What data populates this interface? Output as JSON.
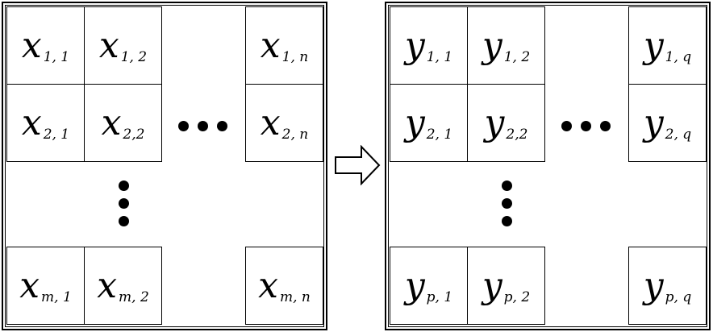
{
  "left_matrix": {
    "cells": [
      {
        "base": "x",
        "sub": "1, 1"
      },
      {
        "base": "x",
        "sub": "1, 2"
      },
      {
        "base": "x",
        "sub": "1, n"
      },
      {
        "base": "x",
        "sub": "2, 1"
      },
      {
        "base": "x",
        "sub": "2,2"
      },
      {
        "base": "x",
        "sub": "2, n"
      },
      {
        "base": "x",
        "sub": "m, 1"
      },
      {
        "base": "x",
        "sub": "m, 2"
      },
      {
        "base": "x",
        "sub": "m, n"
      }
    ]
  },
  "right_matrix": {
    "cells": [
      {
        "base": "y",
        "sub": "1, 1"
      },
      {
        "base": "y",
        "sub": "1, 2"
      },
      {
        "base": "y",
        "sub": "1, q"
      },
      {
        "base": "y",
        "sub": "2, 1"
      },
      {
        "base": "y",
        "sub": "2,2"
      },
      {
        "base": "y",
        "sub": "2, q"
      },
      {
        "base": "y",
        "sub": "p, 1"
      },
      {
        "base": "y",
        "sub": "p, 2"
      },
      {
        "base": "y",
        "sub": "p, q"
      }
    ]
  },
  "arrow": {
    "icon": "right-arrow-icon"
  },
  "colors": {
    "line": "#000000",
    "background": "#ffffff"
  }
}
